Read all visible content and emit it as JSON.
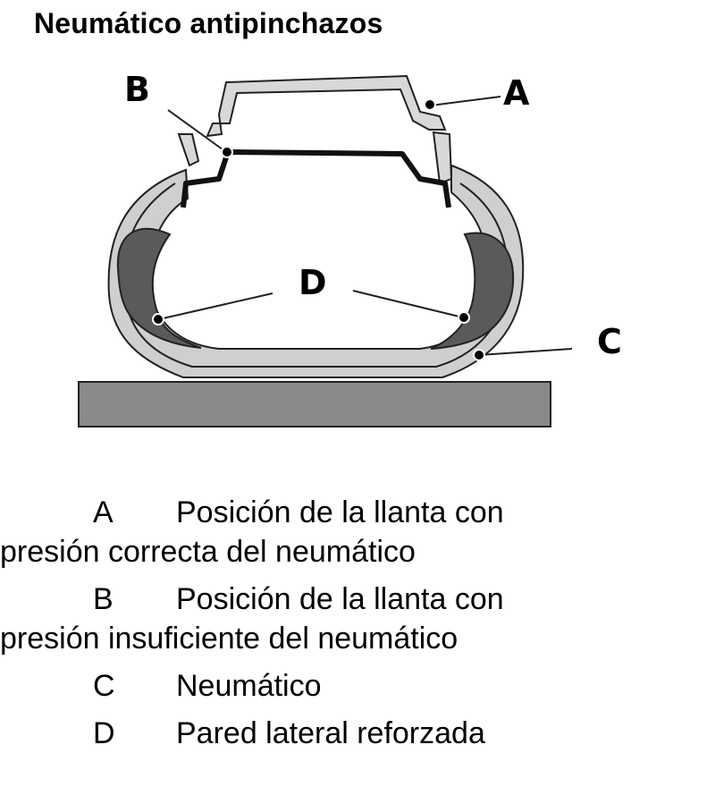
{
  "title": "Neumático antipinchazos",
  "callouts": {
    "a": "A",
    "b": "B",
    "c": "C",
    "d": "D"
  },
  "legend": [
    {
      "letter": "A",
      "text": "Posición de la llanta con",
      "text2": "presión correcta del neumático"
    },
    {
      "letter": "B",
      "text": "Posición de la llanta con",
      "text2": "presión insuficiente del neumático"
    },
    {
      "letter": "C",
      "text": "Neumático",
      "text2": ""
    },
    {
      "letter": "D",
      "text": "Pared lateral reforzada",
      "text2": ""
    }
  ],
  "colors": {
    "tire_light": "#cfcfcf",
    "sidewall_dark": "#5a5a5a",
    "ground": "#8a8a8a",
    "outline": "#222222"
  }
}
